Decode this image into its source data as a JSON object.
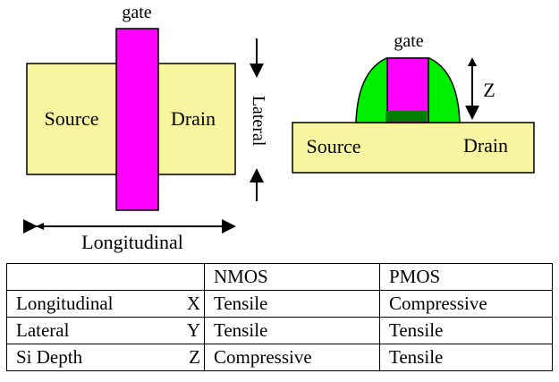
{
  "planar_view": {
    "gate_label": "gate",
    "source_label": "Source",
    "drain_label": "Drain",
    "lateral_label": "Lateral",
    "longitudinal_label": "Longitudinal"
  },
  "cross_section": {
    "gate_label": "gate",
    "source_label": "Source",
    "drain_label": "Drain",
    "z_label": "Z"
  },
  "colors": {
    "source_drain": "#f8f5a0",
    "gate": "#ff00ff",
    "spacer": "#00ee00",
    "gate_oxide": "#007f00"
  },
  "table": {
    "headers": [
      "",
      "NMOS",
      "PMOS"
    ],
    "rows": [
      {
        "direction": "Longitudinal",
        "axis": "X",
        "nmos": "Tensile",
        "pmos": "Compressive"
      },
      {
        "direction": "Lateral",
        "axis": "Y",
        "nmos": "Tensile",
        "pmos": "Tensile"
      },
      {
        "direction": "Si Depth",
        "axis": "Z",
        "nmos": "Compressive",
        "pmos": "Tensile"
      }
    ]
  }
}
